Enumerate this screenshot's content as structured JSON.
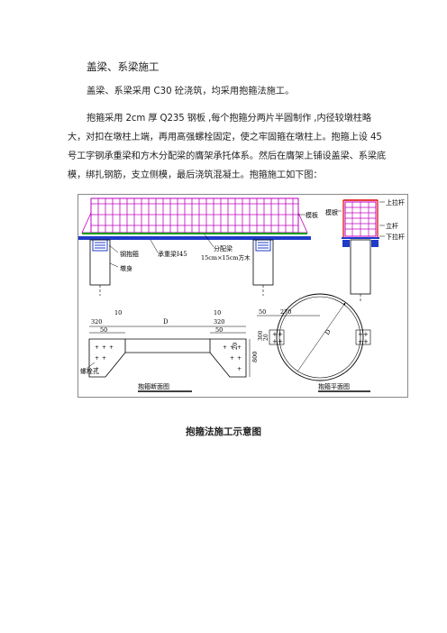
{
  "heading": "盖梁、系梁施工",
  "paragraphs": [
    "盖梁、系梁采用 C30 砼浇筑，均采用抱箍法施工。",
    "抱箍采用 2cm 厚 Q235 钢板 ,每个抱箍分两片半圆制作 ,内径较墩柱略大，对扣在墩柱上端，再用高强螺栓固定，使之牢固箍在墩柱上。抱箍上设 45 号工字钢承重梁和方木分配梁的膺架承托体系。然后在膺架上铺设盖梁、系梁底模，绑扎钢筋，支立侧模，最后浇筑混凝土。抱箍施工如下图："
  ],
  "figure": {
    "labels": {
      "steel_hoop": "钢抱箍",
      "pier": "墩身",
      "main_beam": "承重梁I45",
      "dist_beam_1": "分配梁",
      "dist_beam_2": "15cm×15cm方木",
      "formwork_1": "模板",
      "formwork_2": "模板",
      "upper_rod": "上拉杆",
      "vertical_rod": "立杆",
      "lower_rod": "下拉杆",
      "bolt_hole": "螺栓孔",
      "section_title": "抱箍断面图",
      "plan_title": "抱箍平面图"
    },
    "dims": {
      "d10a": "10",
      "d10b": "10",
      "d320a": "320",
      "d320b": "320",
      "dD": "D",
      "d50a": "50",
      "d50b": "50",
      "d20": "20",
      "d800": "800",
      "p50": "50",
      "p270": "270",
      "p300": "300",
      "p20": "20",
      "pD": "D"
    }
  },
  "caption": "抱箍法施工示意图"
}
